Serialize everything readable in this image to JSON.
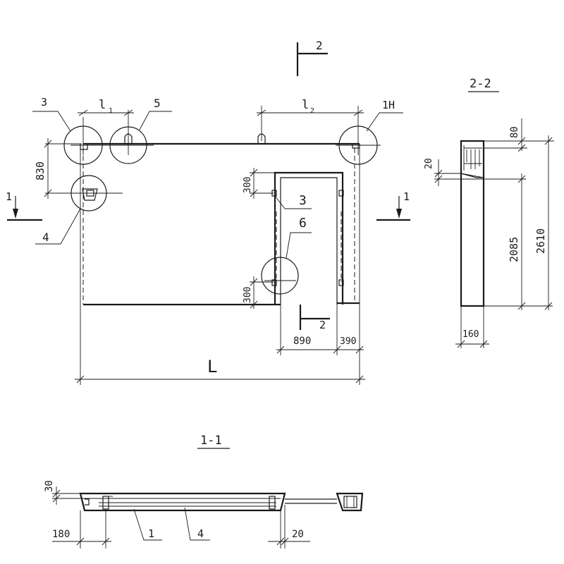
{
  "drawing": {
    "plan": {
      "length_label": "L",
      "span_l1": "l",
      "span_l1_sub": "1",
      "span_l2": "l",
      "span_l2_sub": "2",
      "dim_830": "830",
      "dim_300_top": "300",
      "dim_300_bottom": "300",
      "dim_890": "890",
      "dim_390": "390",
      "section_1_left": "1",
      "section_1_right": "1",
      "section_2_top": "2",
      "section_2_bottom": "2"
    },
    "callouts": {
      "c3_top": "3",
      "c5": "5",
      "c1h": "1H",
      "c4": "4",
      "c3_door": "3",
      "c6": "6"
    },
    "section_2_2": {
      "title": "2-2",
      "dim_80": "80",
      "dim_20": "20",
      "dim_2085": "2085",
      "dim_2610": "2610",
      "dim_160": "160"
    },
    "section_1_1": {
      "title": "1-1",
      "dim_30": "30",
      "dim_180": "180",
      "dim_20": "20",
      "callout_1": "1",
      "callout_4": "4"
    }
  }
}
